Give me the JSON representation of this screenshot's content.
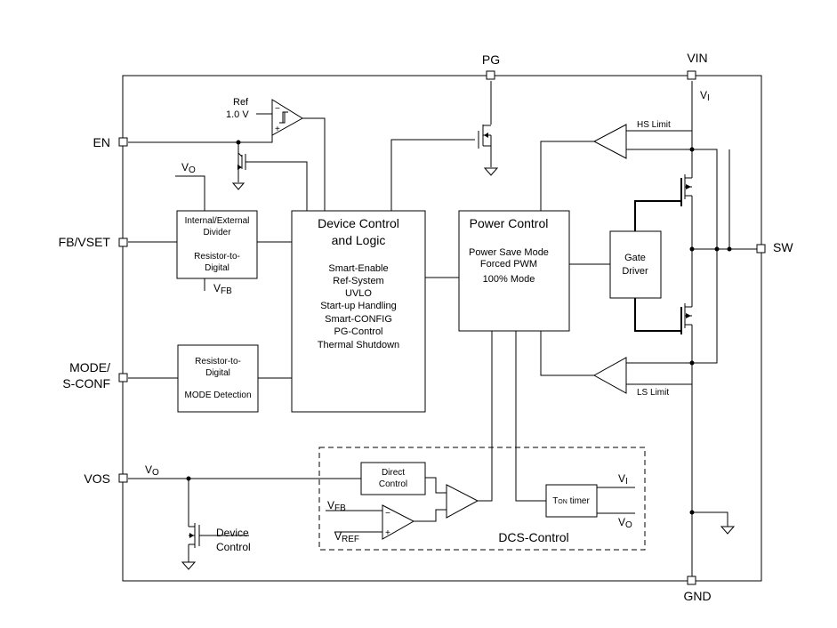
{
  "pins": {
    "en": "EN",
    "fb": "FB/VSET",
    "mode_line1": "MODE/",
    "mode_line2": "S-CONF",
    "vos": "VOS",
    "pg": "PG",
    "vin": "VIN",
    "sw": "SW",
    "gnd": "GND"
  },
  "ref": {
    "label": "Ref",
    "value": "1.0 V"
  },
  "signals": {
    "vo_fb_main": "V",
    "vo_fb_sub": "O",
    "vfb_main": "V",
    "vfb_sub": "FB",
    "vo_vos_main": "V",
    "vo_vos_sub": "O",
    "vi_top_main": "V",
    "vi_top_sub": "I",
    "vfb_dcs_main": "V",
    "vfb_dcs_sub": "FB",
    "vref_main": "V",
    "vref_sub": "REF",
    "vi_ton_main": "V",
    "vi_ton_sub": "I",
    "vo_ton_main": "V",
    "vo_ton_sub": "O"
  },
  "divider_block": {
    "line1": "Internal/External",
    "line2": "Divider",
    "line3": "Resistor-to-",
    "line4": "Digital"
  },
  "mode_block": {
    "line1": "Resistor-to-",
    "line2": "Digital",
    "line3": "MODE Detection"
  },
  "device_control": {
    "title1": "Device Control",
    "title2": "and Logic",
    "items": [
      "Smart-Enable",
      "Ref-System",
      "UVLO",
      "Start-up Handling",
      "Smart-CONFIG",
      "PG-Control",
      "Thermal Shutdown"
    ]
  },
  "power_control": {
    "title": "Power Control",
    "items": [
      "Power Save Mode",
      "Forced PWM",
      "100% Mode"
    ]
  },
  "gate_driver": {
    "line1": "Gate",
    "line2": "Driver"
  },
  "limits": {
    "hs": "HS Limit",
    "ls": "LS Limit"
  },
  "dcs": {
    "direct1": "Direct",
    "direct2": "Control",
    "ton_main": "T",
    "ton_sub": "ON",
    "ton_rest": " timer",
    "label": "DCS-Control"
  },
  "device_ctrl_label": {
    "line1": "Device",
    "line2": "Control"
  }
}
